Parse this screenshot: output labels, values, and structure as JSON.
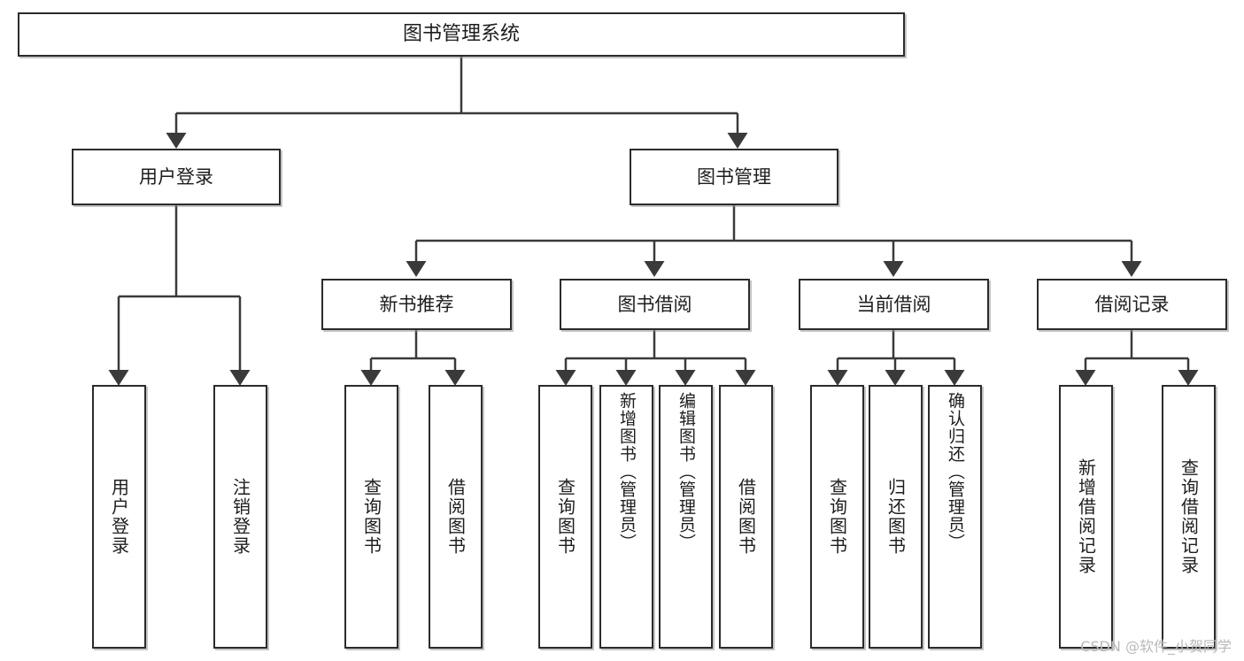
{
  "diagram": {
    "title": "图书管理系统",
    "type": "tree",
    "watermark": "CSDN @软件_小贺同学",
    "colors": {
      "box_border": "#2b2b2b",
      "box_fill": "#ffffff",
      "connector": "#3a3a3a",
      "text": "#1d1d1d",
      "watermark": "#b9b9b9"
    },
    "root": {
      "label": "图书管理系统"
    },
    "level2": [
      {
        "label": "用户登录"
      },
      {
        "label": "图书管理"
      }
    ],
    "level3": [
      {
        "label": "新书推荐"
      },
      {
        "label": "图书借阅"
      },
      {
        "label": "当前借阅"
      },
      {
        "label": "借阅记录"
      }
    ],
    "leaves": {
      "user_login": [
        {
          "label": "用户登录"
        },
        {
          "label": "注销登录"
        }
      ],
      "new_book_recommend": [
        {
          "label": "查询图书"
        },
        {
          "label": "借阅图书"
        }
      ],
      "book_borrow": [
        {
          "label": "查询图书"
        },
        {
          "label": "新增图书（管理员）"
        },
        {
          "label": "编辑图书（管理员）"
        },
        {
          "label": "借阅图书"
        }
      ],
      "current_borrow": [
        {
          "label": "查询图书"
        },
        {
          "label": "归还图书"
        },
        {
          "label": "确认归还（管理员）"
        }
      ],
      "borrow_record": [
        {
          "label": "新增借阅记录"
        },
        {
          "label": "查询借阅记录"
        }
      ]
    }
  }
}
